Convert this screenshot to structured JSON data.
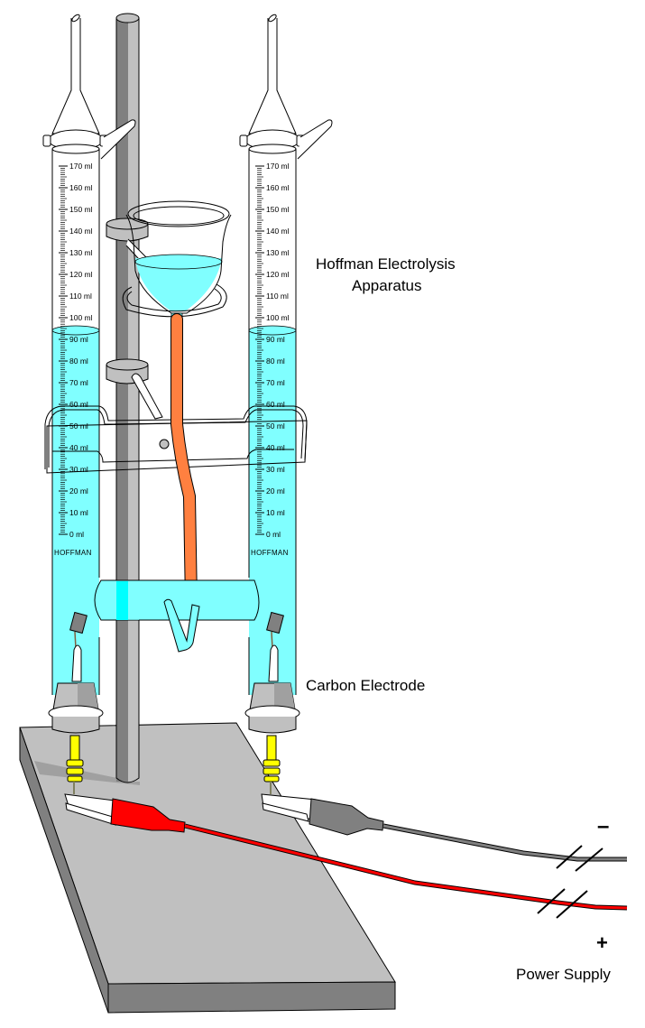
{
  "title": "Hoffman Electrolysis Apparatus",
  "labels": {
    "title_line1": "Hoffman Electrolysis",
    "title_line2": "Apparatus",
    "electrode": "Carbon Electrode",
    "power_supply": "Power Supply",
    "negative": "–",
    "positive": "+"
  },
  "tubes": {
    "brand": "HOFFMAN",
    "unit": "ml",
    "scale_max_ml": 170,
    "scale_step_ml": 10,
    "ticks": [
      "170 ml",
      "160 ml",
      "150 ml",
      "140 ml",
      "130 ml",
      "120 ml",
      "110 ml",
      "100 ml",
      "90 ml",
      "80 ml",
      "70 ml",
      "60 ml",
      "50 ml",
      "40 ml",
      "30 ml",
      "20 ml",
      "10 ml",
      "0 ml"
    ],
    "left_water_level_ml": 92,
    "right_water_level_ml": 92
  },
  "colors": {
    "water": "#80ffff",
    "water_dark": "#00ffff",
    "stand_light": "#c0c0c0",
    "stand_dark": "#808080",
    "tubing": "#ff8040",
    "positive_lead": "#ff0000",
    "negative_lead": "#808080",
    "terminal": "#ffff00"
  },
  "components": [
    "retort-stand",
    "reservoir-bulb",
    "left-burette",
    "right-burette",
    "stopcocks",
    "carbon-electrodes",
    "alligator-clips",
    "power-leads"
  ]
}
